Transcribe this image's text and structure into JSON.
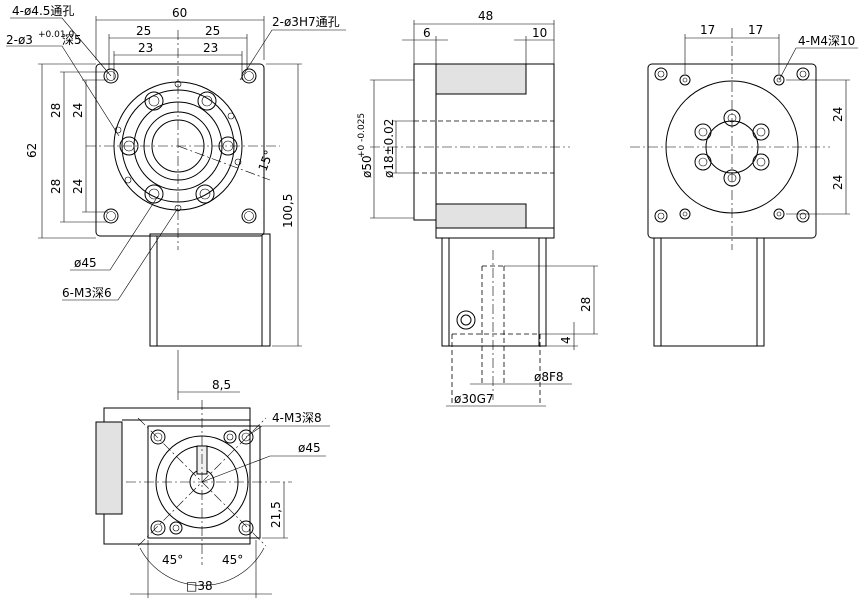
{
  "front_view": {
    "width_60": "60",
    "dim_25_left": "25",
    "dim_25_right": "25",
    "dim_23_left": "23",
    "dim_23_right": "23",
    "height_62": "62",
    "dim_28_top": "28",
    "dim_28_bottom": "28",
    "dim_24_top": "24",
    "dim_24_bottom": "24",
    "callout_holes": "4-ø4.5通孔",
    "callout_pins_prefix": "2-ø3",
    "callout_pins_tol": "+0.01 0",
    "callout_pins_depth": "深5",
    "callout_h7": "2-ø3H7通孔",
    "angle_15": "15°",
    "length_100_5": "100,5",
    "dia_45": "ø45",
    "callout_m3_depth6": "6-M3深6"
  },
  "side_view": {
    "width_48": "48",
    "dim_6": "6",
    "dim_10": "10",
    "dia_50": "ø50",
    "dia_50_tol": "+0 -0.025",
    "dia_18": "ø18±0.02",
    "dim_28": "28",
    "dim_4": "4",
    "dia_8f8": "ø8F8",
    "dia_30g7": "ø30G7"
  },
  "rear_view": {
    "dim_17_left": "17",
    "dim_17_right": "17",
    "callout_m4": "4-M4深10",
    "dim_24_top": "24",
    "dim_24_bottom": "24"
  },
  "bottom_view": {
    "dim_8_5": "8,5",
    "callout_m3_depth8": "4-M3深8",
    "dia_45": "ø45",
    "dim_21_5": "21,5",
    "angle_45_left": "45°",
    "angle_45_right": "45°",
    "square_38": "□38"
  }
}
